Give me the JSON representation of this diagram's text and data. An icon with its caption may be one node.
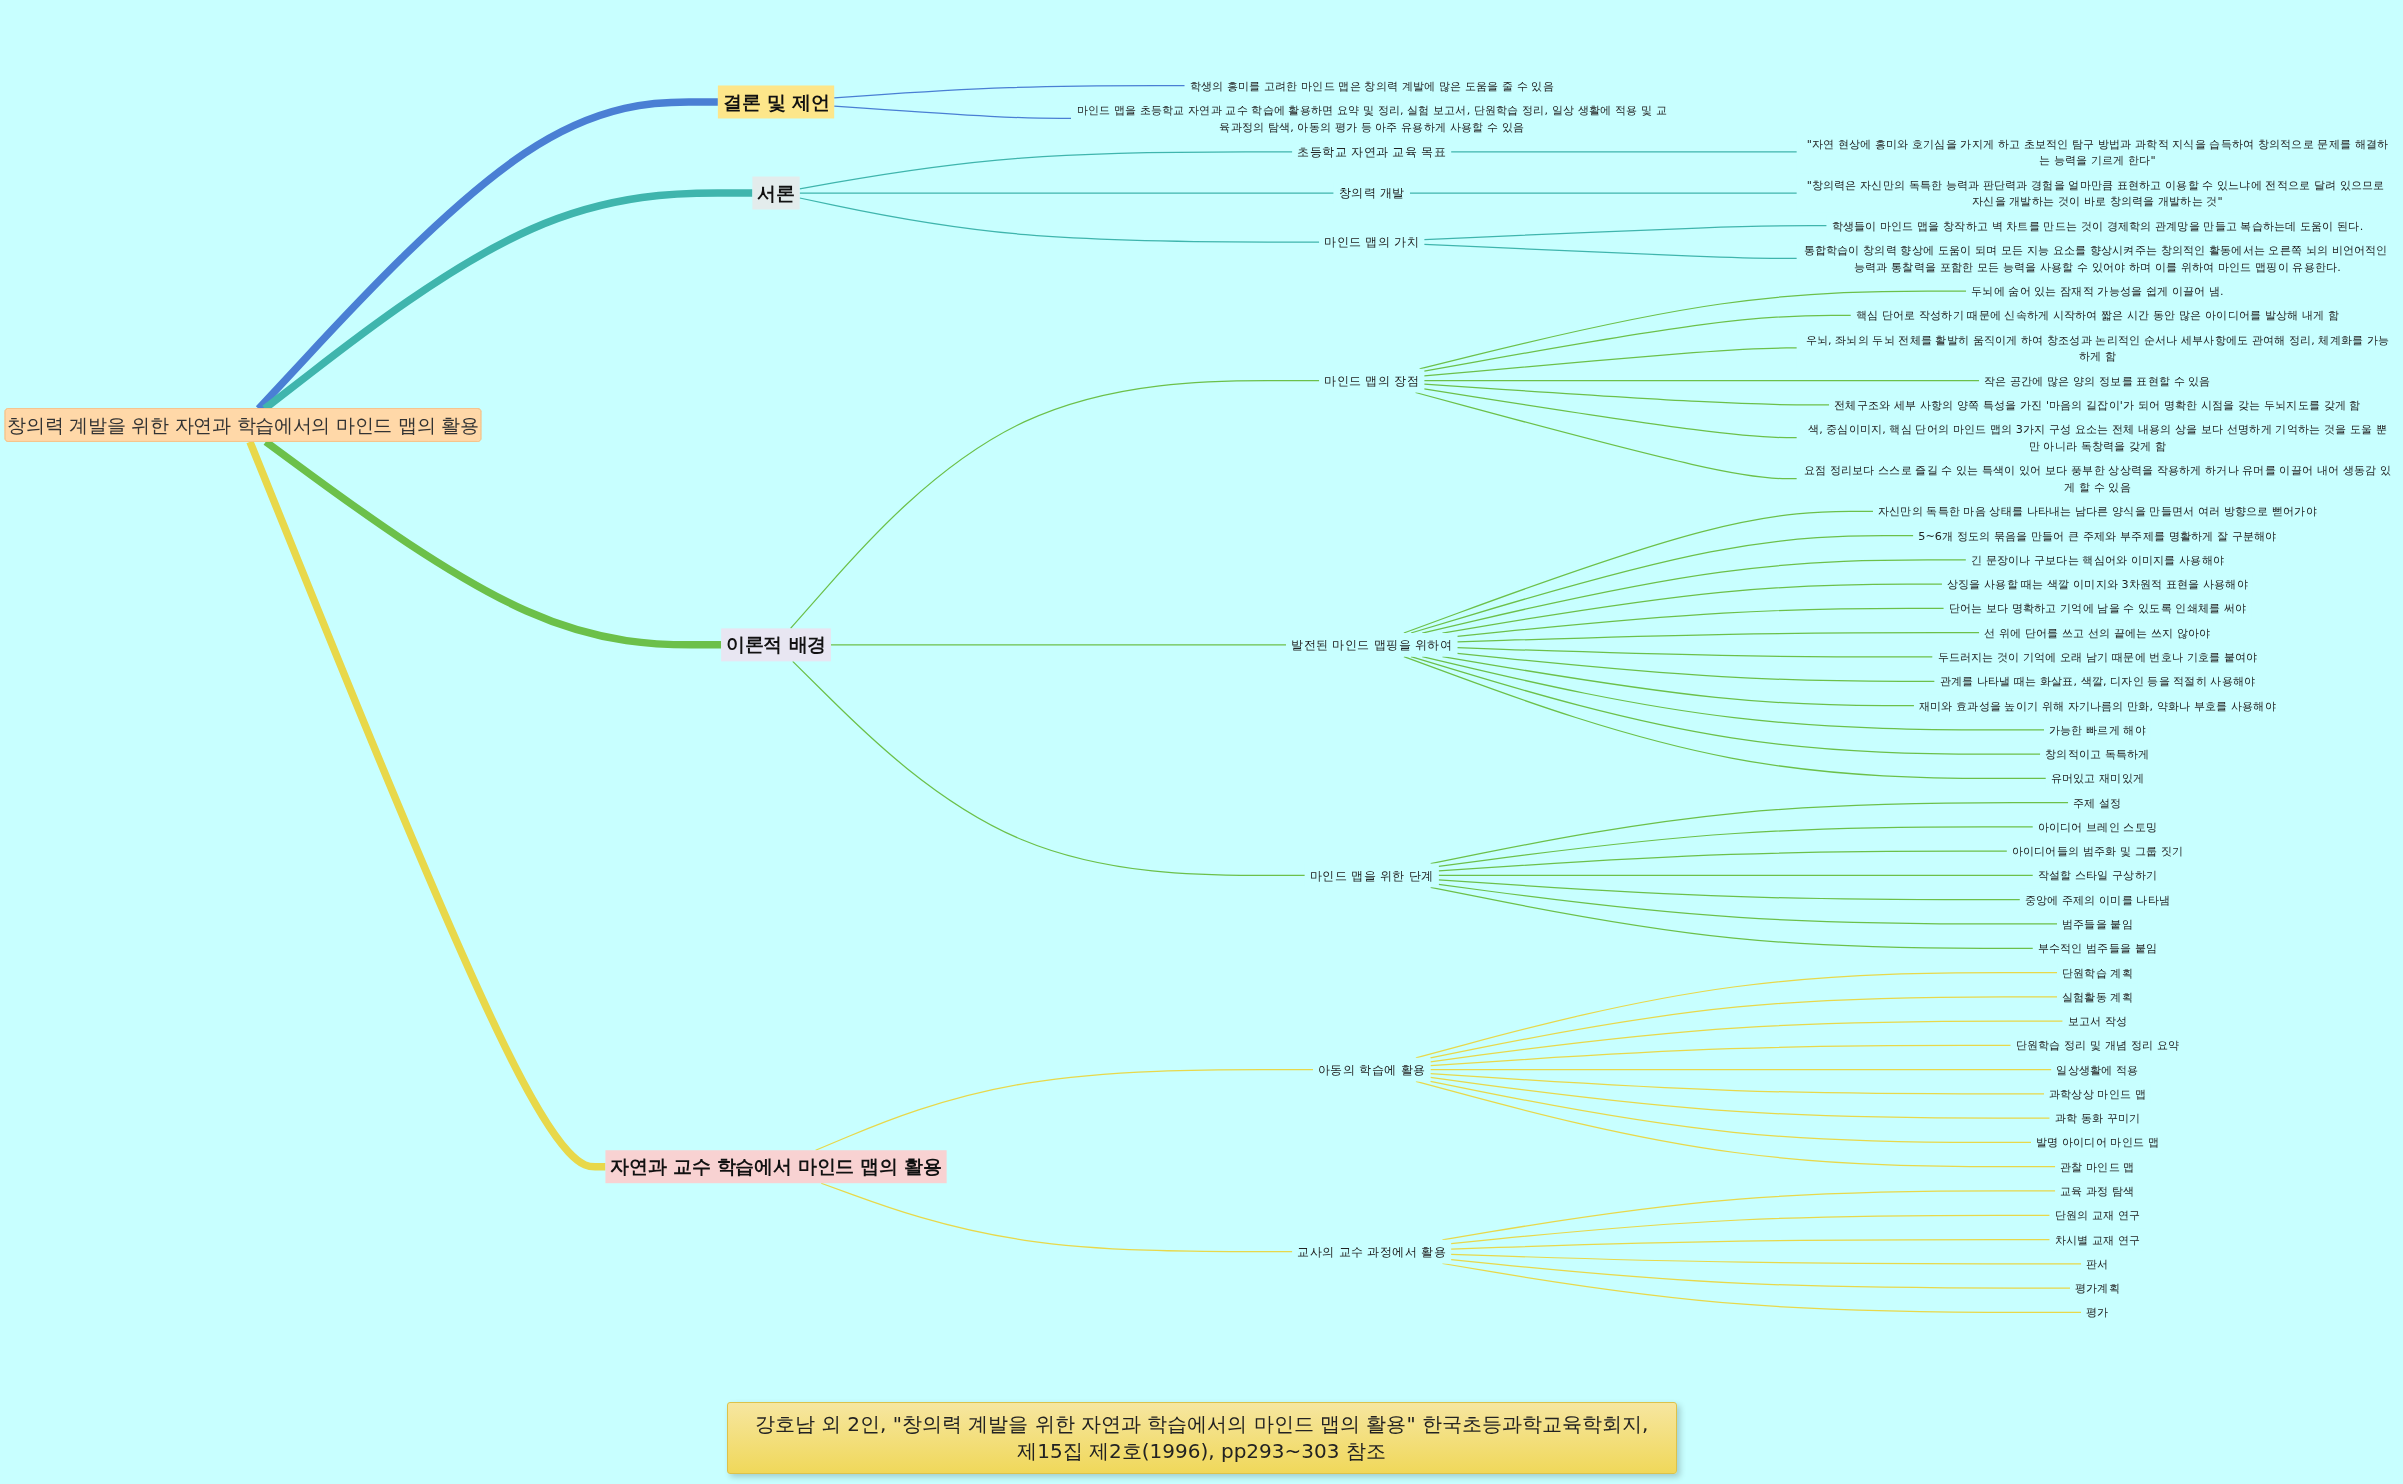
{
  "diagram": {
    "caption": "강호남 외 2인, \"창의력 계발을 위한 자연과 학습에서의 마인드 맵의 활용\" 한국초등과학교육학회지, 제15집 제2호(1996), pp293~303 참조",
    "nodes": [
      {
        "text": [
          "창의력 계발을 위한 자연과 학습에서의 마인드 맵의 활용"
        ]
      },
      {
        "text": [
          "결론 및 제언"
        ]
      },
      {
        "text": [
          "학생의 흥미를 고려한 마인드 맵은 창의력 계발에 많은 도움을 줄 수 있음"
        ]
      },
      {
        "text": [
          "마인드 맵을 초등학교 자연과 교수 학습에 활용하면 요약 및 정리, 실험 보고서, 단원학습 정리, 일상 생활에 적용 및 교육과정의 탐색, 아동의 평가 등 아주 유용하게 사용할 수 있음"
        ]
      },
      {
        "text": [
          "서론"
        ]
      },
      {
        "text": [
          "초등학교 자연과 교육 목표"
        ]
      },
      {
        "text": [
          "\"자연 현상에 흥미와 호기심을 가지게 하고 초보적인 탐구 방법과 과학적 지식을 습득하여 창의적으로 문제를 해결하는 능력을 기르게 한다\""
        ]
      },
      {
        "text": [
          "창의력 개발"
        ]
      },
      {
        "text": [
          "\"창의력은 자신만의 독특한 능력과 판단력과 경험을 얼마만큼 표현하고 이용할 수 있느냐에 전적으로 달려 있으므로 자신을 개발하는 것이 바로 창의력을 개발하는 것\""
        ]
      },
      {
        "text": [
          "마인드 맵의 가치"
        ]
      },
      {
        "text": [
          "학생들이 마인드 맵을 창작하고 벽 차트를 만드는 것이 경제학의 관계망을 만들고 복습하는데 도움이 된다."
        ]
      },
      {
        "text": [
          "통합학습이 창의력 향상에 도움이 되며 모든 지능 요소를 향상시켜주는 창의적인 활동에서는 오른쪽 뇌의 비언어적인 능력과 통찰력을 포함한 모든 능력을 사용할 수 있어야 하며 이를 위하여 마인드 맵핑이 유용한다."
        ]
      },
      {
        "text": [
          "이론적 배경"
        ]
      },
      {
        "text": [
          "마인드 맵의 장점"
        ]
      },
      {
        "text": [
          "두뇌에 숨어 있는 잠재적 가능성을 쉽게 이끌어 냄."
        ]
      },
      {
        "text": [
          "핵심 단어로 작성하기 때문에 신속하게 시작하여 짧은 시간 동안 많은 아이디어를 발상해 내게 함"
        ]
      },
      {
        "text": [
          "우뇌, 좌뇌의 두뇌 전체를 활발히 움직이게 하여 창조성과 논리적인 순서나 세부사항에도 관여해 정리, 체계화를 가능하게 함"
        ]
      },
      {
        "text": [
          "작은 공간에 많은 양의 정보를 표현할 수 있음"
        ]
      },
      {
        "text": [
          "전체구조와 세부 사항의 양쪽 특성을 가진 '마음의 길잡이'가 되어 명확한 시점을 갖는 두뇌지도를 갖게 함"
        ]
      },
      {
        "text": [
          "색, 중심이미지, 핵심 단어의 마인드 맵의 3가지 구성 요소는 전체 내용의 상을 보다 선명하게 기억하는 것을 도울 뿐만 아니라 독창력을 갖게 함"
        ]
      },
      {
        "text": [
          "요점 정리보다 스스로 즐길 수 있는 특색이 있어 보다 풍부한 상상력을 작용하게 하거나 유머를 이끌어 내어 생동감 있게 할 수 있음"
        ]
      },
      {
        "text": [
          "발전된 마인드 맵핑을 위하여"
        ]
      },
      {
        "text": [
          "자신만의 독특한 마음 상태를 나타내는 남다른 양식을 만들면서 여러 방향으로 뻗어가야"
        ]
      },
      {
        "text": [
          "5~6개 정도의 묶음을 만들어 큰 주제와 부주제를 명활하게 잘 구분해야"
        ]
      },
      {
        "text": [
          "긴 문장이나 구보다는 핵심어와 이미지를 사용해야"
        ]
      },
      {
        "text": [
          "상징을 사용할 때는 색깔 이미지와 3차원적 표현을 사용해야"
        ]
      },
      {
        "text": [
          "단어는 보다 명확하고 기억에 남을 수 있도록 인쇄체를 써야"
        ]
      },
      {
        "text": [
          "선 위에 단어를 쓰고 선의 끝에는 쓰지 않아야"
        ]
      },
      {
        "text": [
          "두드러지는 것이 기억에 오래 남기 때문에 번호나 기호를 붙여야"
        ]
      },
      {
        "text": [
          "관계를 나타낼 때는 화살표, 색깔, 디자인 등을 적절히 사용해야"
        ]
      },
      {
        "text": [
          "재미와 효과성을 높이기 위해 자기나름의 만화, 약화나 부호를 사용해야"
        ]
      },
      {
        "text": [
          "가능한 빠르게 해야"
        ]
      },
      {
        "text": [
          "창의적이고 독특하게"
        ]
      },
      {
        "text": [
          "유머있고 재미있게"
        ]
      },
      {
        "text": [
          "마인드 맵을 위한 단계"
        ]
      },
      {
        "text": [
          "주제 설정"
        ]
      },
      {
        "text": [
          "아이디어 브레인 스토밍"
        ]
      },
      {
        "text": [
          "아이디어들의 범주화 및 그룹 짓기"
        ]
      },
      {
        "text": [
          "작설할 스타일 구상하기"
        ]
      },
      {
        "text": [
          "중앙에 주제의 이미를 나타냄"
        ]
      },
      {
        "text": [
          "범주들을 붙임"
        ]
      },
      {
        "text": [
          "부수적인 범주들을 붙임"
        ]
      },
      {
        "text": [
          "자연과 교수 학습에서 마인드 맵의 활용"
        ]
      },
      {
        "text": [
          "아동의 학습에 활용"
        ]
      },
      {
        "text": [
          "단원학습 계획"
        ]
      },
      {
        "text": [
          "실험활동 계획"
        ]
      },
      {
        "text": [
          "보고서 작성"
        ]
      },
      {
        "text": [
          "단원학습 정리 및 개념 정리 요약"
        ]
      },
      {
        "text": [
          "일상생활에 적용"
        ]
      },
      {
        "text": [
          "과학상상 마인드 맵"
        ]
      },
      {
        "text": [
          "과학 동화 꾸미기"
        ]
      },
      {
        "text": [
          "발명 아이디어 마인드 맵"
        ]
      },
      {
        "text": [
          "관찰 마인드 맵"
        ]
      },
      {
        "text": [
          "교사의 교수 과정에서 활용"
        ]
      },
      {
        "text": [
          "교육 과정 탐색"
        ]
      },
      {
        "text": [
          "단원의 교재 연구"
        ]
      },
      {
        "text": [
          "차시별 교재 연구"
        ]
      },
      {
        "text": [
          "판서"
        ]
      },
      {
        "text": [
          "평가계획"
        ]
      },
      {
        "text": [
          "평가"
        ]
      }
    ],
    "edges": [
      {
        "from": 0,
        "to": 1,
        "arrow": "none",
        "style": "thick",
        "color": "#4a7fd4"
      },
      {
        "from": 1,
        "to": 2,
        "arrow": "none",
        "color": "#4a7fd4"
      },
      {
        "from": 1,
        "to": 3,
        "arrow": "none",
        "color": "#4a7fd4"
      },
      {
        "from": 0,
        "to": 4,
        "arrow": "none",
        "style": "thick",
        "color": "#3fb5ad"
      },
      {
        "from": 4,
        "to": 5,
        "arrow": "none",
        "color": "#3fb5ad"
      },
      {
        "from": 5,
        "to": 6,
        "arrow": "none",
        "color": "#3fb5ad"
      },
      {
        "from": 4,
        "to": 7,
        "arrow": "none",
        "color": "#3fb5ad"
      },
      {
        "from": 7,
        "to": 8,
        "arrow": "none",
        "color": "#3fb5ad"
      },
      {
        "from": 4,
        "to": 9,
        "arrow": "none",
        "color": "#3fb5ad"
      },
      {
        "from": 9,
        "to": 10,
        "arrow": "none",
        "color": "#3fb5ad"
      },
      {
        "from": 9,
        "to": 11,
        "arrow": "none",
        "color": "#3fb5ad"
      },
      {
        "from": 0,
        "to": 12,
        "arrow": "none",
        "style": "thick"
      },
      {
        "from": 12,
        "to": 13,
        "arrow": "none"
      },
      {
        "from": 13,
        "to": 14,
        "arrow": "none"
      },
      {
        "from": 13,
        "to": 15,
        "arrow": "none"
      },
      {
        "from": 13,
        "to": 16,
        "arrow": "none"
      },
      {
        "from": 13,
        "to": 17,
        "arrow": "none"
      },
      {
        "from": 13,
        "to": 18,
        "arrow": "none"
      },
      {
        "from": 13,
        "to": 19,
        "arrow": "none"
      },
      {
        "from": 13,
        "to": 20,
        "arrow": "none"
      },
      {
        "from": 12,
        "to": 21,
        "arrow": "none"
      },
      {
        "from": 21,
        "to": 22,
        "arrow": "none"
      },
      {
        "from": 21,
        "to": 23,
        "arrow": "none"
      },
      {
        "from": 21,
        "to": 24,
        "arrow": "none"
      },
      {
        "from": 21,
        "to": 25,
        "arrow": "none"
      },
      {
        "from": 21,
        "to": 26,
        "arrow": "none"
      },
      {
        "from": 21,
        "to": 27,
        "arrow": "none"
      },
      {
        "from": 21,
        "to": 28,
        "arrow": "none"
      },
      {
        "from": 21,
        "to": 29,
        "arrow": "none"
      },
      {
        "from": 21,
        "to": 30,
        "arrow": "none"
      },
      {
        "from": 21,
        "to": 31,
        "arrow": "none"
      },
      {
        "from": 21,
        "to": 32,
        "arrow": "none"
      },
      {
        "from": 21,
        "to": 33,
        "arrow": "none"
      },
      {
        "from": 12,
        "to": 34,
        "arrow": "none"
      },
      {
        "from": 34,
        "to": 35,
        "arrow": "none"
      },
      {
        "from": 34,
        "to": 36,
        "arrow": "none"
      },
      {
        "from": 34,
        "to": 37,
        "arrow": "none"
      },
      {
        "from": 34,
        "to": 38,
        "arrow": "none"
      },
      {
        "from": 34,
        "to": 39,
        "arrow": "none"
      },
      {
        "from": 34,
        "to": 40,
        "arrow": "none"
      },
      {
        "from": 34,
        "to": 41,
        "arrow": "none"
      },
      {
        "from": 0,
        "to": 42,
        "arrow": "none",
        "style": "thick",
        "color": "#e8d84a"
      },
      {
        "from": 42,
        "to": 43,
        "arrow": "none",
        "color": "#e8d84a"
      },
      {
        "from": 43,
        "to": 44,
        "arrow": "none",
        "color": "#e8d84a"
      },
      {
        "from": 43,
        "to": 45,
        "arrow": "none",
        "color": "#e8d84a"
      },
      {
        "from": 43,
        "to": 46,
        "arrow": "none",
        "color": "#e8d84a"
      },
      {
        "from": 43,
        "to": 47,
        "arrow": "none",
        "color": "#e8d84a"
      },
      {
        "from": 43,
        "to": 48,
        "arrow": "none",
        "color": "#e8d84a"
      },
      {
        "from": 43,
        "to": 49,
        "arrow": "none",
        "color": "#e8d84a"
      },
      {
        "from": 43,
        "to": 50,
        "arrow": "none",
        "color": "#e8d84a"
      },
      {
        "from": 43,
        "to": 51,
        "arrow": "none",
        "color": "#e8d84a"
      },
      {
        "from": 43,
        "to": 52,
        "arrow": "none",
        "color": "#e8d84a"
      },
      {
        "from": 42,
        "to": 53,
        "arrow": "none",
        "color": "#e8d84a"
      },
      {
        "from": 53,
        "to": 54,
        "arrow": "none",
        "color": "#e8d84a"
      },
      {
        "from": 53,
        "to": 55,
        "arrow": "none",
        "color": "#e8d84a"
      },
      {
        "from": 53,
        "to": 56,
        "arrow": "none",
        "color": "#e8d84a"
      },
      {
        "from": 53,
        "to": 57,
        "arrow": "none",
        "color": "#e8d84a"
      },
      {
        "from": 53,
        "to": 58,
        "arrow": "none",
        "color": "#e8d84a"
      },
      {
        "from": 53,
        "to": 59,
        "arrow": "none",
        "color": "#e8d84a"
      }
    ]
  }
}
